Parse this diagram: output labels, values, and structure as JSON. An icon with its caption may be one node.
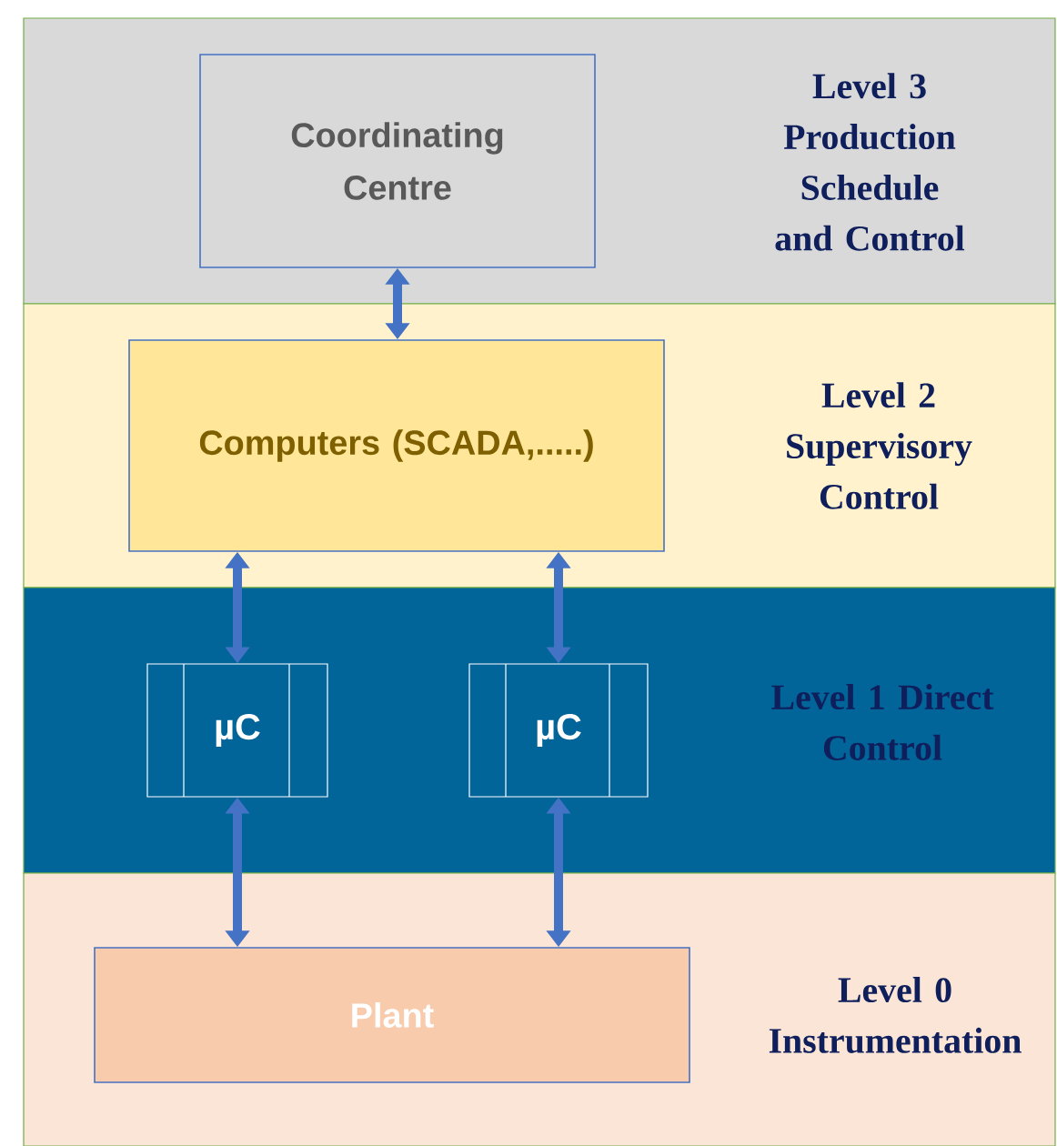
{
  "diagram": {
    "nodes": [
      {
        "text": [
          "Level 3 Production Schedule and Control"
        ]
      },
      {
        "text": [
          "Coordinating Centre"
        ],
        "in": 0
      },
      {
        "text": [
          "Level 2 Supervisory Control"
        ]
      },
      {
        "text": [
          "Computers (SCADA,.....)"
        ],
        "in": 2
      },
      {
        "text": [
          "Level 1 Direct Control"
        ]
      },
      {
        "text": [
          "µC"
        ],
        "in": 4
      },
      {
        "text": [
          "µC"
        ],
        "in": 4
      },
      {
        "text": [
          "Level 0 Instrumentation"
        ]
      },
      {
        "text": [
          "Plant"
        ],
        "in": 7
      }
    ],
    "edges": [
      {
        "from": 1,
        "to": 3,
        "arrow": "both"
      },
      {
        "from": 3,
        "to": 5,
        "arrow": "both"
      },
      {
        "from": 3,
        "to": 6,
        "arrow": "both"
      },
      {
        "from": 5,
        "to": 8,
        "arrow": "both"
      },
      {
        "from": 6,
        "to": 8,
        "arrow": "both"
      }
    ]
  }
}
